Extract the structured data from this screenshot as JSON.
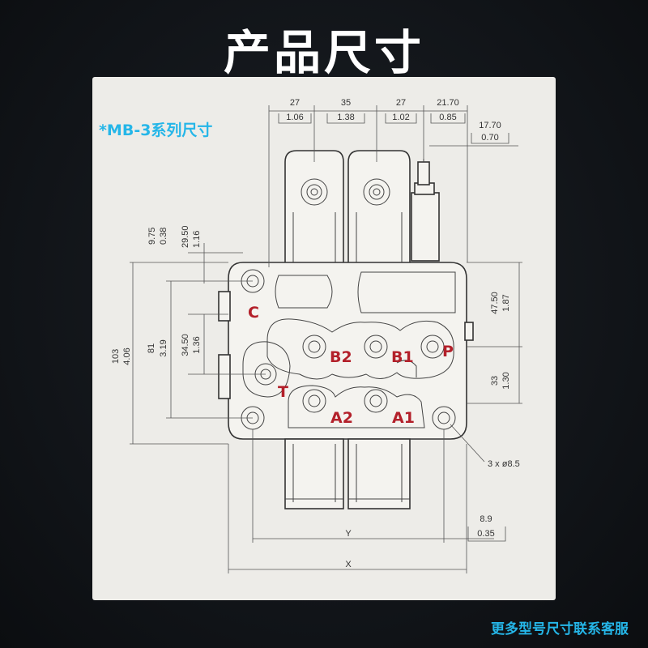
{
  "title": "产品尺寸",
  "series_label": "*MB-3系列尺寸",
  "footer": "更多型号尺寸联系客服",
  "ports": {
    "c": "C",
    "t": "T",
    "p": "P",
    "b2": "B2",
    "b1": "B1",
    "a2": "A2",
    "a1": "A1"
  },
  "dims": {
    "top1_mm": "27",
    "top1_in": "1.06",
    "top2_mm": "35",
    "top2_in": "1.38",
    "top3_mm": "27",
    "top3_in": "1.02",
    "top4_mm": "21.70",
    "top4_in": "0.85",
    "top5_mm": "17.70",
    "top5_in": "0.70",
    "v975_mm": "9.75",
    "v975_in": "0.38",
    "v2950_mm": "29.50",
    "v2950_in": "1.16",
    "v103_mm": "103",
    "v103_in": "4.06",
    "v81_mm": "81",
    "v81_in": "3.19",
    "v3450_mm": "34.50",
    "v3450_in": "1.36",
    "v4750_mm": "47.50",
    "v4750_in": "1.87",
    "v33_mm": "33",
    "v33_in": "1.30",
    "holes": "3 x ø8.5",
    "r89_mm": "8.9",
    "r89_in": "0.35",
    "y": "Y",
    "x": "X"
  },
  "colors": {
    "accent": "#25b6e8",
    "port": "#b3202a",
    "panel": "#edece8"
  }
}
